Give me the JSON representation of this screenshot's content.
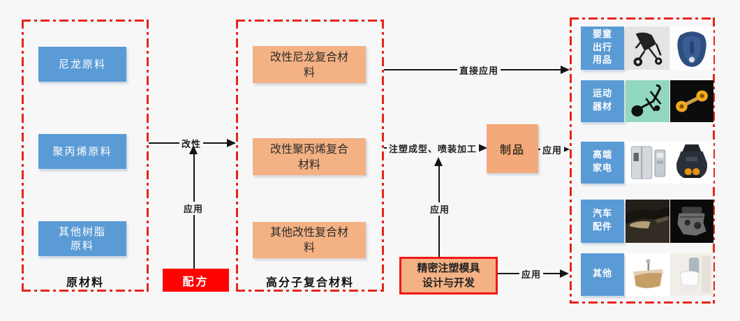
{
  "left_panel": {
    "title": "原材料",
    "items": [
      "尼龙原料",
      "聚丙烯原料",
      "其他树脂\n原料"
    ]
  },
  "middle_panel": {
    "title": "高分子复合材料",
    "items": [
      "改性尼龙复合材\n料",
      "改性聚丙烯复合\n材料",
      "其他改性复合材\n料"
    ]
  },
  "formula_box": {
    "label": "配方"
  },
  "product_box": {
    "label": "制品"
  },
  "mold_box": {
    "label": "精密注塑模具\n设计与开发"
  },
  "arrows": {
    "raw_to_composite": "改性",
    "formula_apply": "应用",
    "direct_application": "直接应用",
    "molding_process": "注塑成型、喷装加工",
    "product_application": "应用",
    "mold_to_molding": "应用",
    "mold_application": "应用"
  },
  "right_panel": {
    "rows": [
      {
        "label": "婴童\n出行\n用品",
        "images": [
          "stroller",
          "child-safety-seat"
        ]
      },
      {
        "label": "运动\n器材",
        "images": [
          "elliptical-trainer",
          "dumbbells"
        ]
      },
      {
        "label": "高端\n家电",
        "images": [
          "refrigerator",
          "coffee-machine"
        ]
      },
      {
        "label": "汽车\n配件",
        "images": [
          "car-front",
          "engine"
        ]
      },
      {
        "label": "其他",
        "images": [
          "bathroom-vanity",
          "smart-toilet"
        ]
      }
    ]
  },
  "colors": {
    "blue_box": "#5b9bd5",
    "orange_box": "#f4b183",
    "red_dash_border": "#e8241b",
    "formula_red": "#fe0302",
    "line": "#151515"
  }
}
